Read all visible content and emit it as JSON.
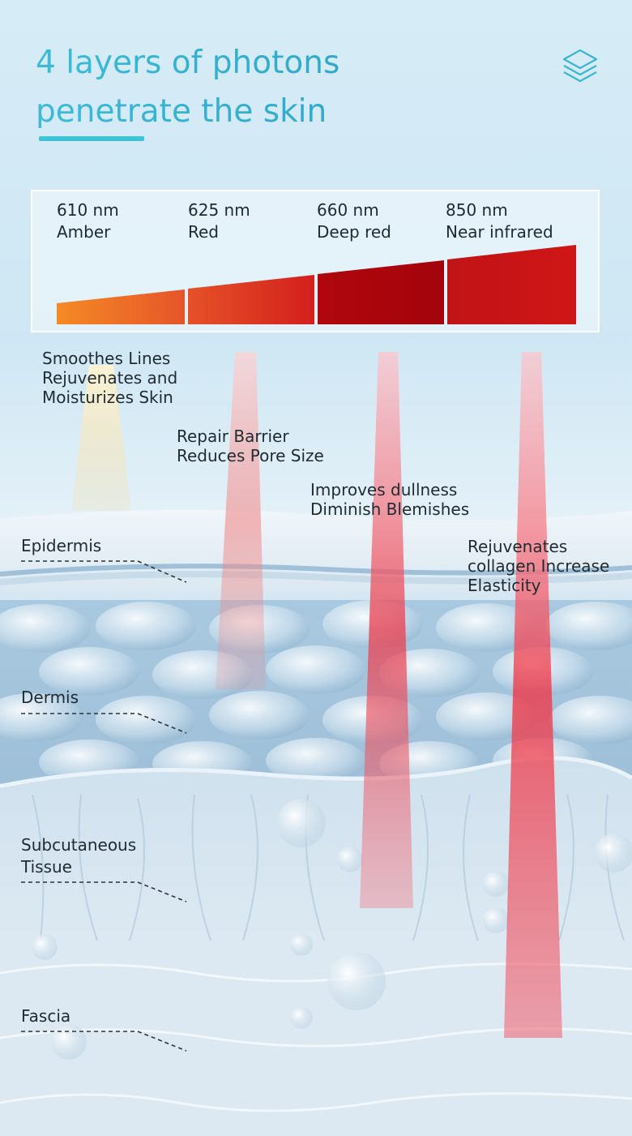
{
  "header": {
    "title_line1": "4 layers of photons",
    "title_line2": "penetrate the skin",
    "icon": "layers-icon",
    "accent_color": "#2aaed0"
  },
  "wavelengths": [
    {
      "nm": "610 nm",
      "name": "Amber",
      "color": "#f28a2a"
    },
    {
      "nm": "625 nm",
      "name": "Red",
      "color": "#e03a26"
    },
    {
      "nm": "660 nm",
      "name": "Deep red",
      "color": "#b5080f"
    },
    {
      "nm": "850 nm",
      "name": "Near infrared",
      "color": "#cc1315"
    }
  ],
  "effects": [
    {
      "line1": "Smoothes Lines",
      "line2": "Rejuvenates and",
      "line3": "Moisturizes Skin"
    },
    {
      "line1": "Repair Barrier",
      "line2": "Reduces Pore Size"
    },
    {
      "line1": "Improves dullness",
      "line2": "Diminish Blemishes"
    },
    {
      "line1": "Rejuvenates",
      "line2": "collagen Increase",
      "line3": "Elasticity"
    }
  ],
  "skin_layers": [
    {
      "line1": "Epidermis"
    },
    {
      "line1": "Dermis"
    },
    {
      "line1": "Subcutaneous",
      "line2": "Tissue"
    },
    {
      "line1": "Fascia"
    }
  ]
}
